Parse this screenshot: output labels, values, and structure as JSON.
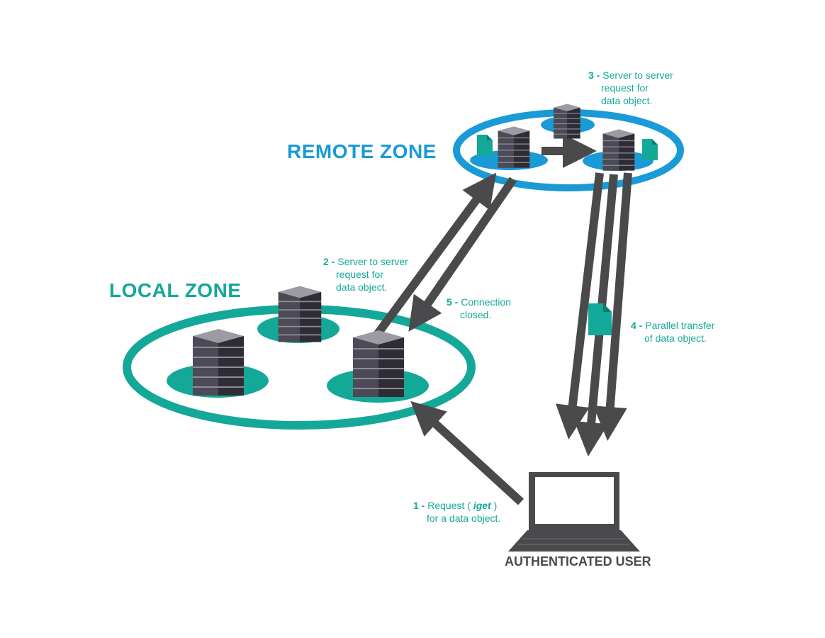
{
  "zones": {
    "remote": "REMOTE ZONE",
    "local": "LOCAL ZONE"
  },
  "user": {
    "label": "AUTHENTICATED USER"
  },
  "steps": [
    {
      "num": "1 -",
      "text_a": "Request (",
      "command": "iget",
      "text_b": ")",
      "line2": "for a data object."
    },
    {
      "num": "2 -",
      "line1": "Server to server",
      "line2": "request for",
      "line3": "data object."
    },
    {
      "num": "3 -",
      "line1": "Server to server",
      "line2": "request for",
      "line3": "data object."
    },
    {
      "num": "4 -",
      "line1": "Parallel transfer",
      "line2": "of data object."
    },
    {
      "num": "5 -",
      "line1": "Connection",
      "line2": "closed."
    }
  ],
  "colors": {
    "remote_zone": "#1a9ad6",
    "local_zone": "#14a899",
    "arrow": "#4a4a4c",
    "server": "#3e3d48",
    "document": "#14a899"
  },
  "icons": [
    "server-icon",
    "document-icon",
    "laptop-icon",
    "arrow"
  ]
}
